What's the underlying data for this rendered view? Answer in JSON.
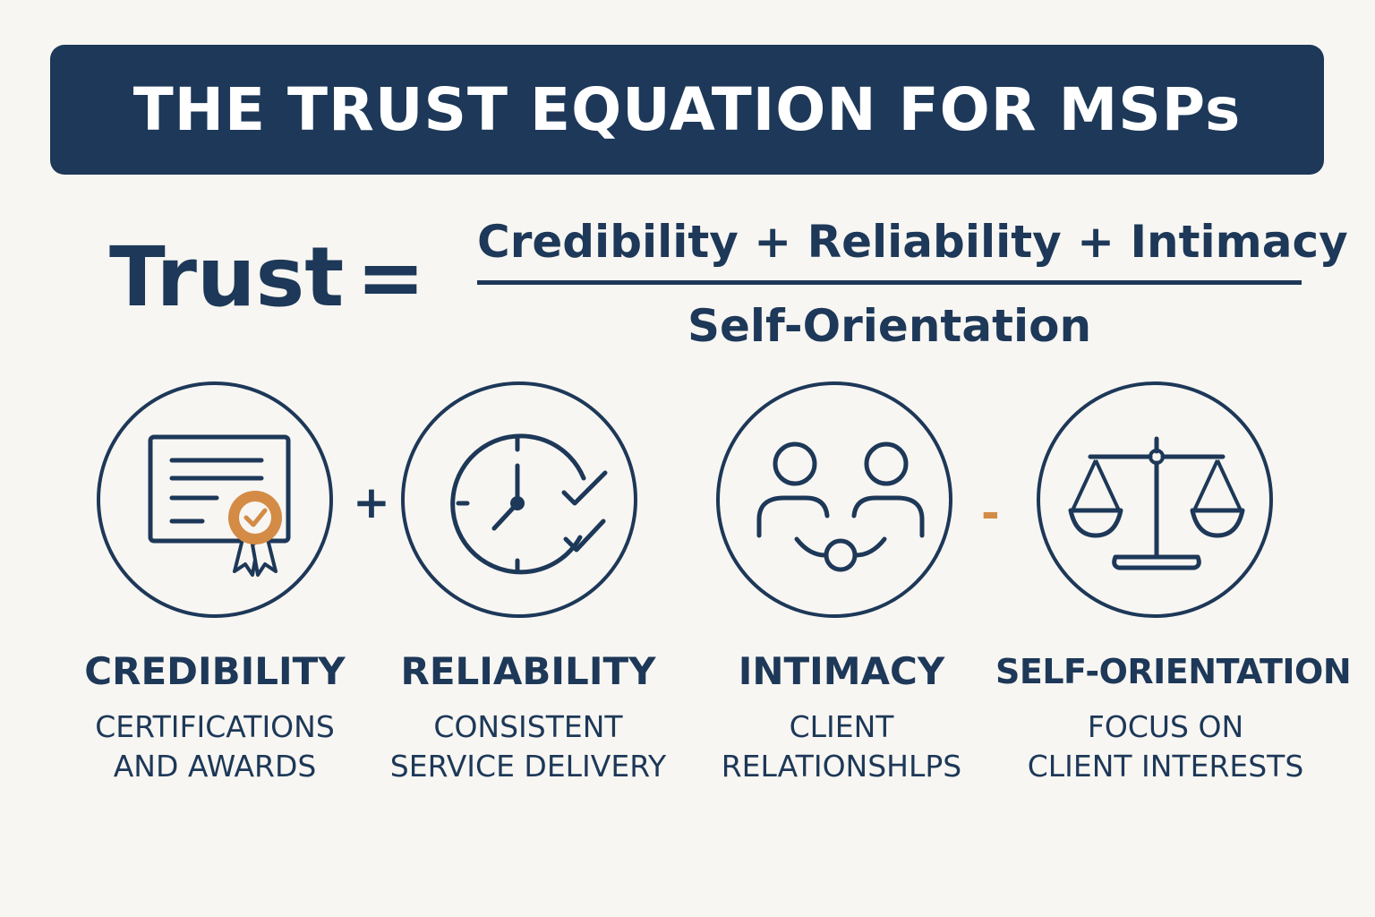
{
  "title": "THE TRUST EQUATION FOR MSPs",
  "equation": {
    "lhs": "Trust",
    "equals": "=",
    "numerator": "Credibility + Reliability + Intimacy",
    "denominator": "Self-Orientation"
  },
  "operators": {
    "plus": "+",
    "minus": "-"
  },
  "components": [
    {
      "title": "CREDIBILITY",
      "desc_line1": "CERTIFICATIONS",
      "desc_line2": "AND AWARDS",
      "icon": "certificate-icon"
    },
    {
      "title": "RELIABILITY",
      "desc_line1": "CONSISTENT",
      "desc_line2": "SERVICE DELIVERY",
      "icon": "clock-check-icon"
    },
    {
      "title": "INTIMACY",
      "desc_line1": "CLIENT",
      "desc_line2": "RELATIONSHLPS",
      "icon": "people-connection-icon"
    },
    {
      "title": "SELF-ORIENTATION",
      "desc_line1": "FOCUS ON",
      "desc_line2": "CLIENT INTERESTS",
      "icon": "balance-scale-icon"
    }
  ],
  "colors": {
    "navy": "#1d3858",
    "accent": "#d38b46",
    "background": "#f8f6f2"
  }
}
